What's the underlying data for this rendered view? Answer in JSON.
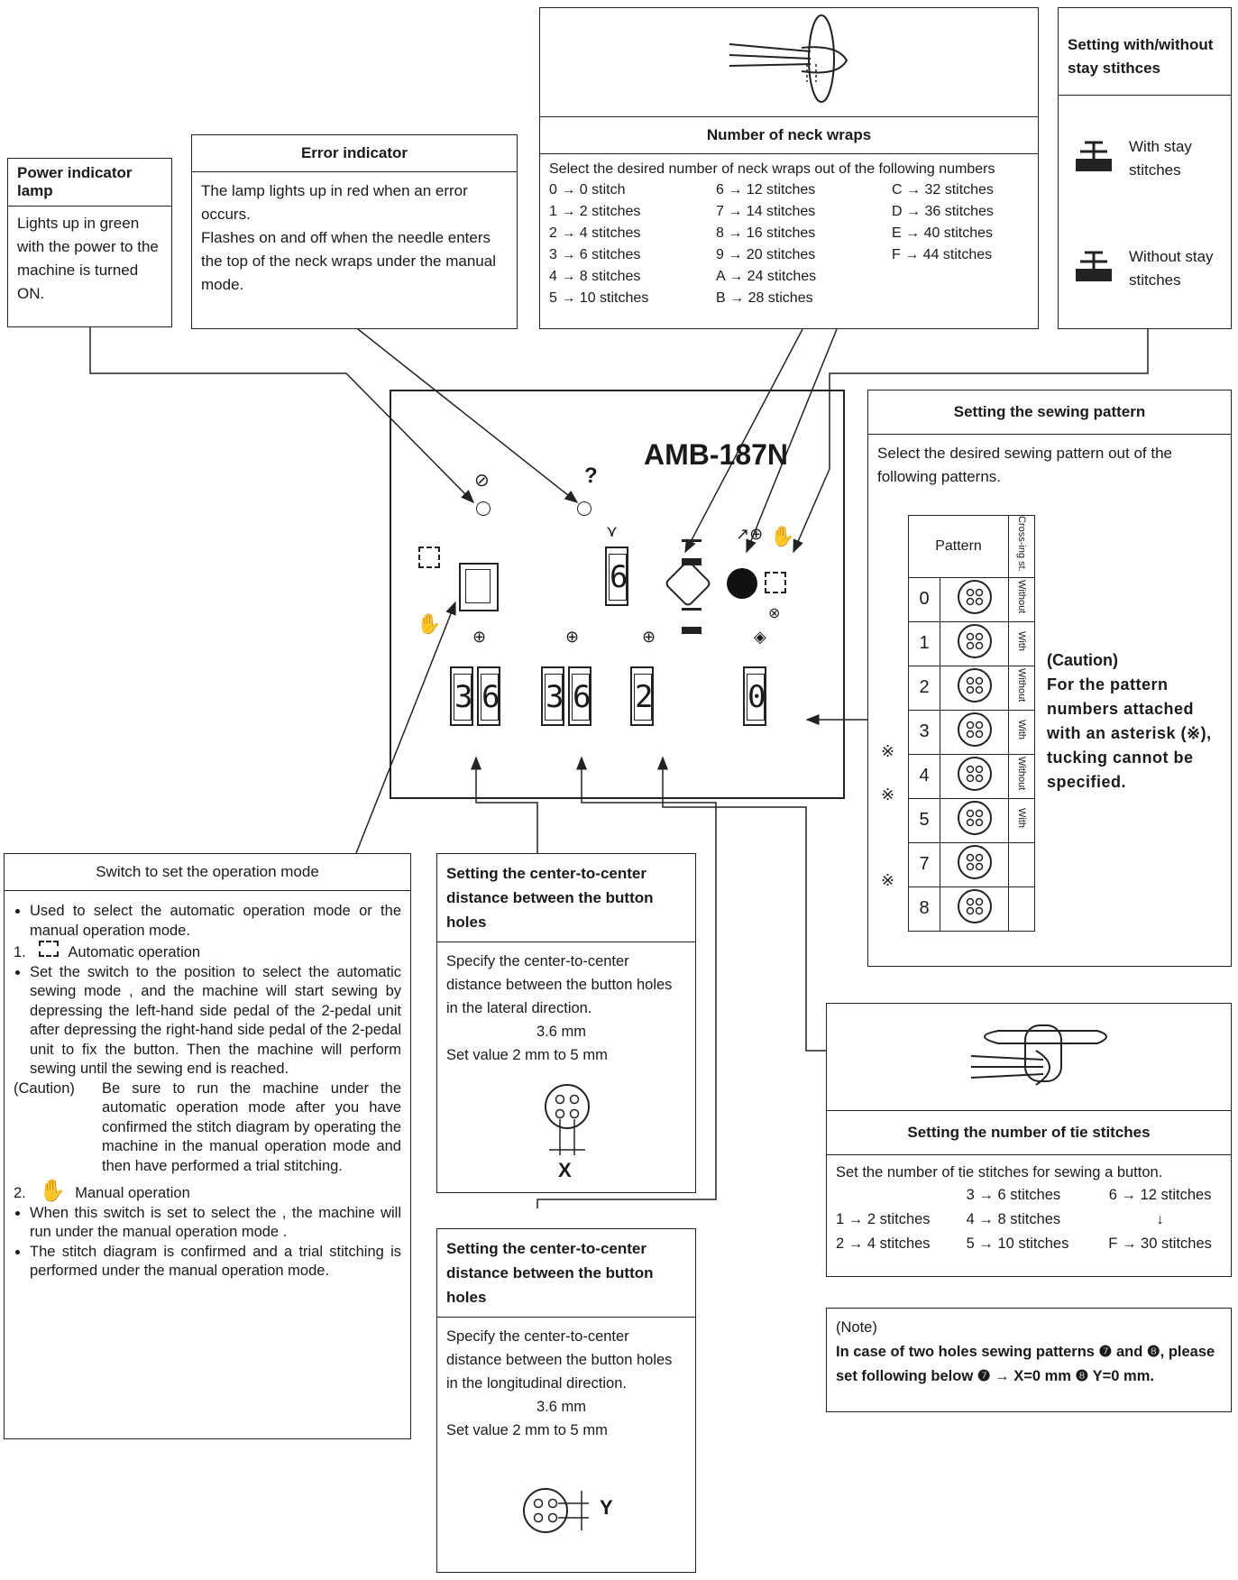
{
  "model": "AMB-187N",
  "power_box": {
    "title": "Power indicator lamp",
    "text": "Lights up in green with the power to the machine is turned ON."
  },
  "error_box": {
    "title": "Error indicator",
    "line1": "The lamp lights up in red when an error occurs.",
    "line2": "Flashes on and off when the needle enters the top of the neck wraps under the manual mode."
  },
  "neck_wraps": {
    "title": "Number of neck wraps",
    "intro": "Select the desired number of neck wraps out of the following numbers",
    "col1": [
      "0 → 0 stitch",
      "1 → 2 stitches",
      "2 → 4 stitches",
      "3 → 6 stitches",
      "4 → 8 stitches",
      "5 → 10 stitches"
    ],
    "col2": [
      "6 → 12 stitches",
      "7 → 14 stitches",
      "8 → 16 stitches",
      "9 → 20 stitches",
      "A → 24 stitches",
      "B → 28 stiches"
    ],
    "col3": [
      "C → 32 stitches",
      "D → 36 stitches",
      "E → 40 stitches",
      "F → 44 stitches"
    ]
  },
  "stay_box": {
    "title": "Setting with/without stay stithces",
    "with": "With stay stitches",
    "without": "Without stay stitches"
  },
  "pattern_box": {
    "title": "Setting the sewing pattern",
    "intro": "Select the desired sewing pattern out of the following patterns.",
    "header": "Pattern",
    "header_side": "Cross-ing st.",
    "rows": [
      {
        "num": "0",
        "side": "Without",
        "mark": ""
      },
      {
        "num": "1",
        "side": "With",
        "mark": ""
      },
      {
        "num": "2",
        "side": "Without",
        "mark": ""
      },
      {
        "num": "3",
        "side": "With",
        "mark": ""
      },
      {
        "num": "4",
        "side": "Without",
        "mark": "※"
      },
      {
        "num": "5",
        "side": "With",
        "mark": "※"
      },
      {
        "num": "7",
        "side": "",
        "mark": ""
      },
      {
        "num": "8",
        "side": "",
        "mark": "※"
      }
    ],
    "caution_title": "(Caution)",
    "caution_text": "For the pattern numbers attached with an asterisk (※), tucking cannot be specified."
  },
  "panel_digits": {
    "neck": "6",
    "x1": "3",
    "x2": "6",
    "y1": "3",
    "y2": "6",
    "tie": "2",
    "pattern": "0",
    "question": "?"
  },
  "mode_box": {
    "title": "Switch to set the operation mode",
    "b1": "Used to select the automatic operation mode or the manual operation mode.",
    "item1_num": "1.",
    "item1_label": "Automatic operation",
    "b2": "Set the switch to the position to select the automatic sewing mode , and the machine will start sewing by depressing the left-hand side pedal of the 2-pedal unit after depressing the right-hand side pedal of the 2-pedal unit to fix the button. Then the machine will perform sewing until the sewing end is reached.",
    "caution_label": "(Caution)",
    "caution_text": "Be sure to run the machine under the automatic operation mode after you have confirmed the stitch diagram by operating the machine in the manual operation mode and then have performed a trial stitching.",
    "item2_num": "2.",
    "item2_label": "Manual operation",
    "b3": "When this switch is set to select the , the machine will run under the manual operation mode .",
    "b4": "The stitch diagram is confirmed and a trial stitching is performed under the manual operation mode."
  },
  "x_box": {
    "title": "Setting the center-to-center distance between the button holes",
    "text": "Specify the center-to-center distance between the button holes in the lateral direction.",
    "value": "3.6 mm",
    "range": "Set value 2 mm to 5 mm",
    "axis": "X"
  },
  "y_box": {
    "title": "Setting the center-to-center distance between the button holes",
    "text": "Specify the center-to-center distance between the button holes in the longitudinal direction.",
    "value": "3.6 mm",
    "range": "Set value 2 mm to 5 mm",
    "axis": "Y"
  },
  "tie_box": {
    "title": "Setting the number of tie stitches",
    "intro": "Set the number of tie stitches for sewing a button.",
    "c1": [
      "",
      "1 → 2 stitches",
      "2 → 4 stitches"
    ],
    "c2": [
      "3 → 6 stitches",
      "4 → 8 stitches",
      "5 → 10 stitches"
    ],
    "c3": [
      "6 → 12 stitches",
      "↓",
      "F → 30 stitches"
    ]
  },
  "note_box": {
    "title": "(Note)",
    "text": "In case of two holes sewing patterns ❼ and ❽, please set following below ❼ → X=0 mm ❽ Y=0 mm."
  }
}
